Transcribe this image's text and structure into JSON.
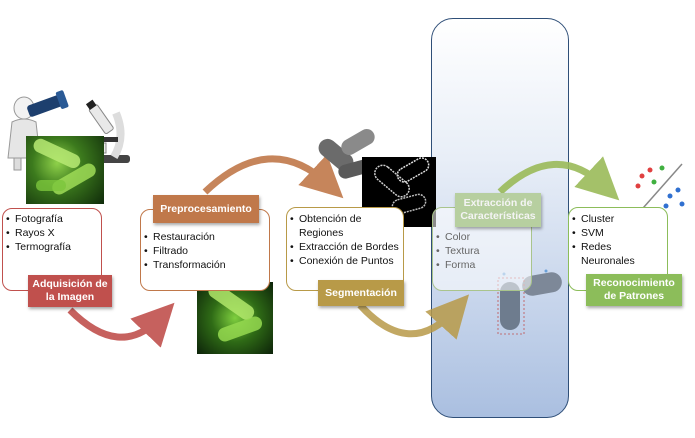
{
  "stages": [
    {
      "label": "Adquisición de la Imagen",
      "items": [
        "Fotografía",
        "Rayos X",
        "Termografía"
      ],
      "color": "#c0504d"
    },
    {
      "label": "Preprocesamiento",
      "items": [
        "Restauración",
        "Filtrado",
        "Transformación"
      ],
      "color": "#c0784a"
    },
    {
      "label": "Segmentación",
      "items": [
        "Obtención de Regiones",
        "Extracción de Bordes",
        "Conexión de Puntos"
      ],
      "color": "#b89a48"
    },
    {
      "label": "Extracción de Características",
      "items": [
        "Color",
        "Textura",
        "Forma"
      ],
      "color": "#a9c48c"
    },
    {
      "label": "Reconocimiento de Patrones",
      "items": [
        "Cluster",
        "SVM",
        "Redes Neuronales"
      ],
      "color": "#8cbd5a"
    }
  ],
  "icons": {
    "telescope": "person-with-telescope-icon",
    "microscope": "microscope-icon",
    "bacteria": "green-bacteria-image",
    "segmented": "segmented-bacteria-image",
    "scatter": "scatter-plot-icon"
  },
  "arrow_colors": [
    "#c0504d",
    "#c0784a",
    "#b89a48",
    "#9bbb59"
  ]
}
